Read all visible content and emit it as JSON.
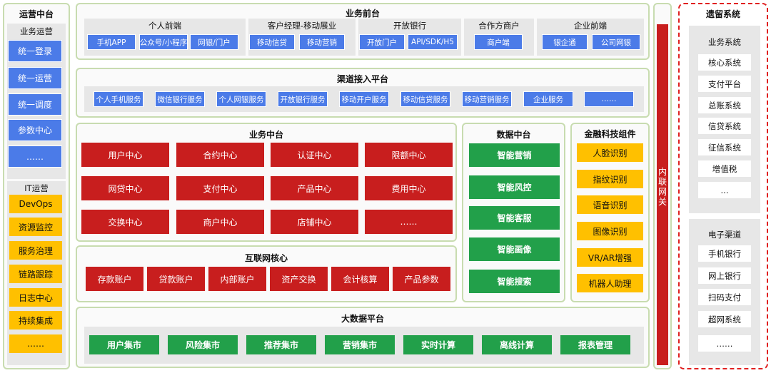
{
  "ops": {
    "title": "运营中台",
    "biz": {
      "title": "业务运营",
      "items": [
        "统一登录",
        "统一运营",
        "统一调度",
        "参数中心",
        "……"
      ]
    },
    "it": {
      "title": "IT运营",
      "items": [
        "DevOps",
        "资源监控",
        "服务治理",
        "链路跟踪",
        "日志中心",
        "持续集成",
        "……"
      ]
    }
  },
  "front": {
    "title": "业务前台",
    "groups": [
      {
        "title": "个人前端",
        "items": [
          "手机APP",
          "公众号/小程序",
          "网银/门户"
        ]
      },
      {
        "title": "客户经理-移动展业",
        "items": [
          "移动信贷",
          "移动营销"
        ]
      },
      {
        "title": "开放银行",
        "items": [
          "开放门户",
          "API/SDK/H5"
        ]
      },
      {
        "title": "合作方商户",
        "items": [
          "商户端"
        ]
      },
      {
        "title": "企业前端",
        "items": [
          "银企通",
          "公司网银"
        ]
      }
    ]
  },
  "channel": {
    "title": "渠道接入平台",
    "items": [
      "个人手机服务",
      "微信银行服务",
      "个人网银服务",
      "开放银行服务",
      "移动开户服务",
      "移动信贷服务",
      "移动营销服务",
      "企业服务",
      "……"
    ]
  },
  "bizmid": {
    "title": "业务中台",
    "items": [
      "用户中心",
      "合约中心",
      "认证中心",
      "限额中心",
      "网贷中心",
      "支付中心",
      "产品中心",
      "费用中心",
      "交换中心",
      "商户中心",
      "店铺中心",
      "……"
    ]
  },
  "core": {
    "title": "互联网核心",
    "items": [
      "存款账户",
      "贷款账户",
      "内部账户",
      "资产交换",
      "会计核算",
      "产品参数"
    ]
  },
  "datamid": {
    "title": "数据中台",
    "items": [
      "智能营销",
      "智能风控",
      "智能客服",
      "智能画像",
      "智能搜索"
    ]
  },
  "fintech": {
    "title": "金融科技组件",
    "items": [
      "人脸识别",
      "指纹识别",
      "语音识别",
      "图像识别",
      "VR/AR增强",
      "机器人助理"
    ]
  },
  "bigdata": {
    "title": "大数据平台",
    "items": [
      "用户集市",
      "风险集市",
      "推荐集市",
      "营销集市",
      "实时计算",
      "离线计算",
      "报表管理"
    ]
  },
  "gateway": {
    "label": "内联网关"
  },
  "legacy": {
    "title": "遗留系统",
    "biz": {
      "title": "业务系统",
      "items": [
        "核心系统",
        "支付平台",
        "总账系统",
        "信贷系统",
        "征信系统",
        "增值税",
        "..."
      ]
    },
    "echan": {
      "title": "电子渠道",
      "items": [
        "手机银行",
        "网上银行",
        "扫码支付",
        "超网系统",
        "……"
      ]
    }
  },
  "colors": {
    "blue": "#4b7be8",
    "red": "#c81e1e",
    "green": "#22a04a",
    "yellow": "#ffc000",
    "border": "#c8dcb0",
    "legacy_border": "#e02020"
  }
}
